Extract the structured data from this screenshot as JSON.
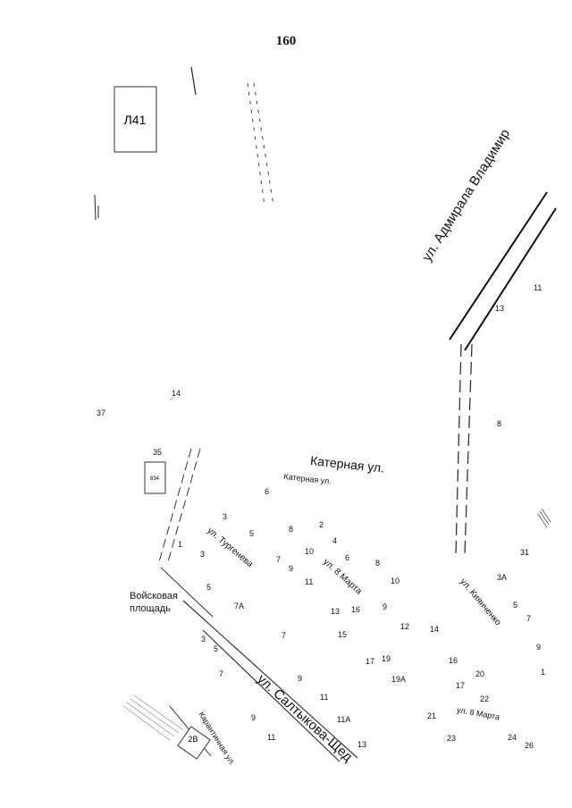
{
  "page_number": "160",
  "sheet_label": "Л41",
  "streets": {
    "admirala": "ул. Адмирала Владимир",
    "katernaya_big": "Катерная ул.",
    "katernaya_small": "Катерная ул.",
    "turgeneva": "ул. Тургенева",
    "vosmogo_marta_top": "ул. 8 Марта",
    "kiyanchenko": "ул. Киянченко",
    "voiskovaya_1": "Войсковая",
    "voiskovaya_2": "площадь",
    "saltykova": "ул. Салтыкова-Щед",
    "karantinnaya": "Карантинная ул.",
    "vosmogo_marta_bottom": "ул. 8 Марта"
  },
  "boxes": {
    "b834": "834",
    "b2v": "2В"
  },
  "numbers": {
    "n37": "37",
    "n14": "14",
    "n35": "35",
    "n13a": "13",
    "n11a": "11",
    "n8a": "8",
    "n31": "31",
    "n6a": "6",
    "n3a": "3",
    "n5a": "5",
    "n8b": "8",
    "n2": "2",
    "n4": "4",
    "n1a": "1",
    "n3b": "3",
    "n7a": "7",
    "n9a": "9",
    "n10a": "10",
    "n6b": "6",
    "n8c": "8",
    "n11b": "11",
    "n10b": "10",
    "n5b": "5",
    "n7A": "7А",
    "n13b": "13",
    "n16a": "16",
    "n9b": "9",
    "n12": "12",
    "n14b": "14",
    "n3A": "3А",
    "n5c": "5",
    "n7b": "7",
    "n9c": "9",
    "n1b": "1",
    "n15": "15",
    "n3c": "3",
    "n5d": "5",
    "n7c": "7",
    "n17a": "17",
    "n19": "19",
    "n16b": "16",
    "n20": "20",
    "n17b": "17",
    "n7d": "7",
    "n9d": "9",
    "n19A": "19А",
    "n22": "22",
    "n11c": "11",
    "n21": "21",
    "n9e": "9",
    "n11A": "11А",
    "n11d": "11",
    "n13c": "13",
    "n23": "23",
    "n24": "24",
    "n26": "26"
  }
}
